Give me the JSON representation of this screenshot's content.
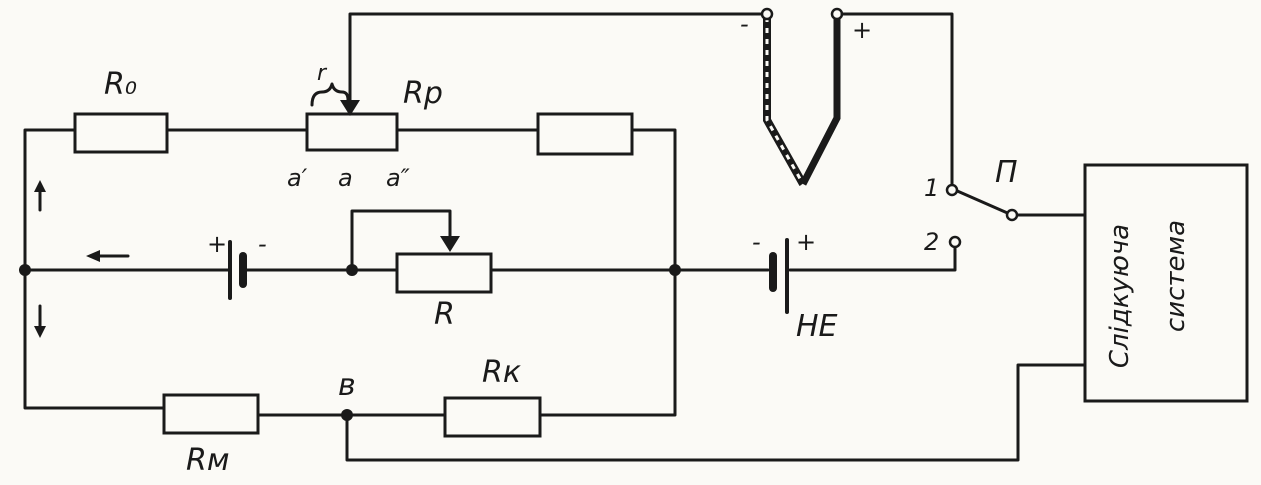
{
  "labels": {
    "r0": "R₀",
    "rp": "Rр",
    "r_small": "r",
    "a_prime": "a′",
    "a": "a",
    "a_dprime": "a″",
    "r": "R",
    "ne": "НЕ",
    "rk": "Rк",
    "rm": "Rм",
    "node_b": "в",
    "switch": "П",
    "pos1": "1",
    "pos2": "2",
    "plus": "+",
    "minus": "-"
  },
  "system": {
    "line1": "Слідкуюча",
    "line2": "система"
  }
}
